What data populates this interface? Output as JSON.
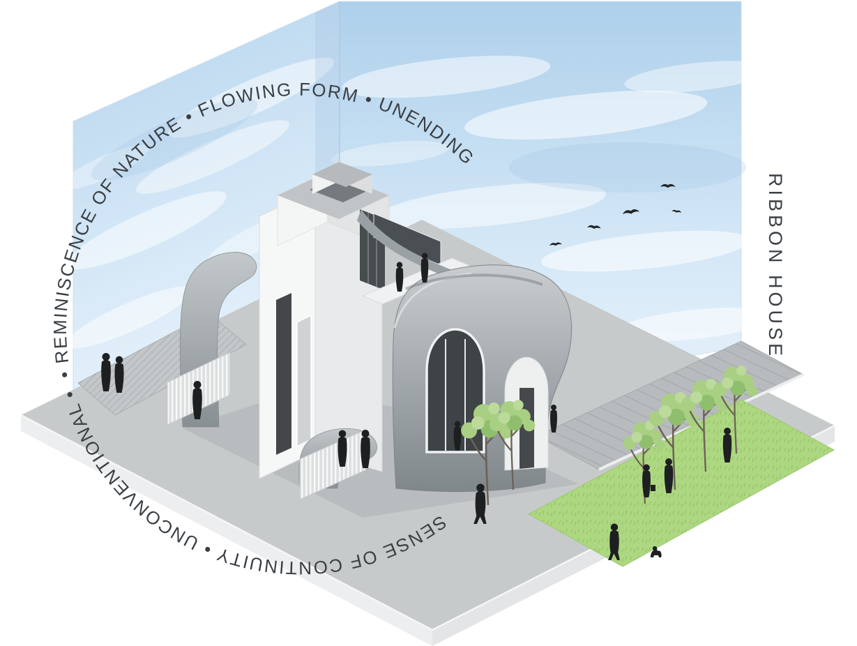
{
  "artwork": {
    "project_title": "RIBBON HOUSE",
    "arc_text_top": "• REMINISCENCE OF NATURE • FLOWING FORM • UNENDING",
    "arc_text_bottom": "SENSE OF CONTINUITY • UNCONVENTIONAL •"
  },
  "palette": {
    "sky_blue": "#bcd8ee",
    "ground_gray": "#c7cacb",
    "lawn_green": "#aed781",
    "ribbon_gray": "#939a9e",
    "ink": "#3a3f44"
  }
}
